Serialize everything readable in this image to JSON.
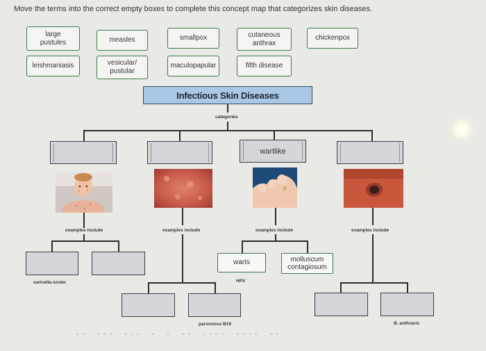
{
  "instruction": "Move the terms into the correct empty boxes to complete this concept map that categorizes skin diseases.",
  "terms": [
    {
      "label": "large\npustules"
    },
    {
      "label": "measles"
    },
    {
      "label": "smallpox"
    },
    {
      "label": "cutaneous\nanthrax"
    },
    {
      "label": "chickenpox"
    },
    {
      "label": "leishmaniasis"
    },
    {
      "label": "vesicular/\npustular"
    },
    {
      "label": "maculopapular"
    },
    {
      "label": "fifth disease"
    }
  ],
  "map": {
    "title": "Infectious Skin Diseases",
    "categories_label": "categories",
    "wartlike": "wartlike",
    "examples_include": "examples include",
    "varicella_zoster": "varicella-zoster",
    "warts": "warts",
    "molluscum": "molluscum\ncontagiosum",
    "hpv": "HPV",
    "parvovirus": "parvovirus B19",
    "b_anthracis": "B. anthracis"
  }
}
